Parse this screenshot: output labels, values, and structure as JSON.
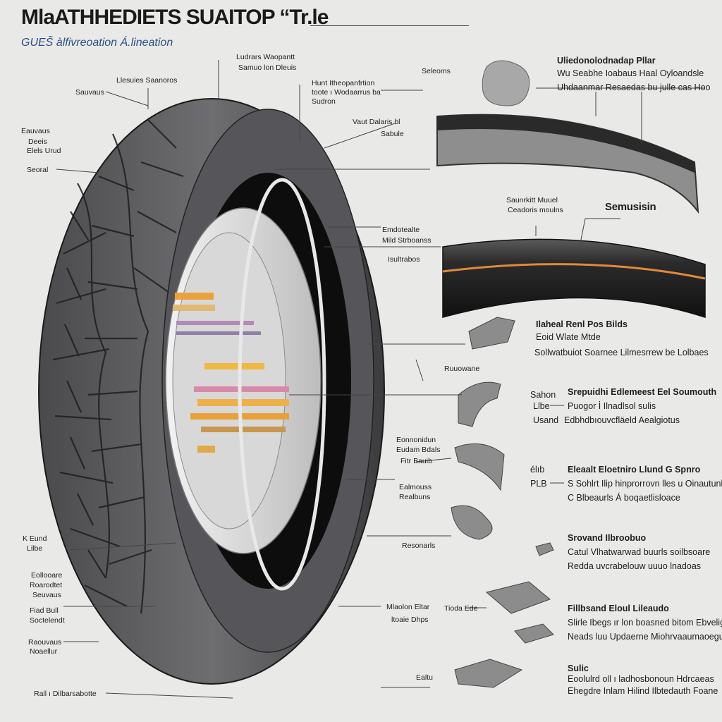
{
  "title": "MlaATHHEDIETS SUAITOP “Tr.le",
  "subtitle": "GUES̃ àlfivreoation Á.lineation",
  "left_labels": [
    {
      "text": "Sauvaus"
    },
    {
      "text": "Eauvaus"
    },
    {
      "text": "Deeis"
    },
    {
      "text": "Elels Urud"
    },
    {
      "text": "Seoral"
    },
    {
      "text": "K Eund"
    },
    {
      "text": "Lilbe"
    },
    {
      "text": "Eollooare"
    },
    {
      "text": "Roarodtet"
    },
    {
      "text": "Seuvaus"
    },
    {
      "text": "Fiad Bull"
    },
    {
      "text": "Soctelendt"
    },
    {
      "text": "Raouvaus"
    },
    {
      "text": "Noaellur"
    },
    {
      "text": "Rall ı Dilbarsabotte"
    }
  ],
  "center_labels": [
    {
      "text": "Ludrars Waopantt"
    },
    {
      "text": "Samuo lon Dleuis"
    },
    {
      "text": "Llesuies Saanoros"
    },
    {
      "text": "Hunt Itheopanfrtion"
    },
    {
      "text": "toote ı Wodaarrus ba"
    },
    {
      "text": "Sudron"
    },
    {
      "text": "Vaut Dalaris bl"
    },
    {
      "text": "Sabule"
    },
    {
      "text": "Saunrkitt Muuel"
    },
    {
      "text": "Ceadoris moulns"
    },
    {
      "text": "Emdotealte"
    },
    {
      "text": "Mild Strboanss"
    },
    {
      "text": "Isultrabos"
    },
    {
      "text": "Ruuowane"
    },
    {
      "text": "Eonnonidun"
    },
    {
      "text": "Eudam Bdals"
    },
    {
      "text": "Fitr Bauib"
    },
    {
      "text": "Ealmouss"
    },
    {
      "text": "Realbuns"
    },
    {
      "text": "Resonarls"
    },
    {
      "text": "Mlaolon Eltar"
    },
    {
      "text": "ltoaie Dhps"
    },
    {
      "text": "Seleoms"
    },
    {
      "text": "Tioda Ede"
    },
    {
      "text": "Ealtu"
    }
  ],
  "right_labels": [
    {
      "text": "Uliedonolodnadap Pllar"
    },
    {
      "text": "Wu Seabhe Ioabaus Haal Oyloandsle"
    },
    {
      "text": "Uhdaanmar Resaedas bu julle cas Hoo"
    },
    {
      "text": "Semusisin"
    },
    {
      "text": "Ilaheal Renl Pos Bilds"
    },
    {
      "text": "Eoid Wlate Mtde"
    },
    {
      "text": "Sollwatbuiot Soarnee Lilmesrrew be Lolbaes"
    },
    {
      "text": "Sahon"
    },
    {
      "text": "Llbe"
    },
    {
      "text": "Usand"
    },
    {
      "text": "Srepuidhi Edlemeest Eel Soumouth"
    },
    {
      "text": "Puogor İ Ilnadlsol sulis"
    },
    {
      "text": "Edbhdbıouvcfläeld Aealgiotus"
    },
    {
      "text": "élıb"
    },
    {
      "text": "PLB"
    },
    {
      "text": "Eleaalt Eloetniro Llund G Spnro"
    },
    {
      "text": "S Sohlrt Ilip hinprorrovn lles u Oinautunl"
    },
    {
      "text": "C Blbeaurls Á boqaetlisloace"
    },
    {
      "text": "Srovand Ilbroobuo"
    },
    {
      "text": "Catul Vlhatwarwad buurls soilbsoare"
    },
    {
      "text": "Redda uvcrabelouw uuuo lnadoas"
    },
    {
      "text": "Fillbsand Eloul Lileaudo"
    },
    {
      "text": "Slirle Ibegs ır lon boasned bitom Ebvelig"
    },
    {
      "text": "Neads luu Updaerne Miohrvaaumaoeguoe"
    },
    {
      "text": "Sulic"
    },
    {
      "text": "Eoolulrd oll ı ladhosbonoun Hdrcaeas"
    },
    {
      "text": "Ehegdre Inlam Hilind Ilbtedauth Foane"
    }
  ],
  "colors": {
    "background": "#e9e9e7",
    "tire": "#3a3a3c",
    "tread_line": "#1c1c1c",
    "subtitle": "#2c4f86",
    "accent_orange": "#e9a33a",
    "accent_pink": "#d98aa6"
  }
}
